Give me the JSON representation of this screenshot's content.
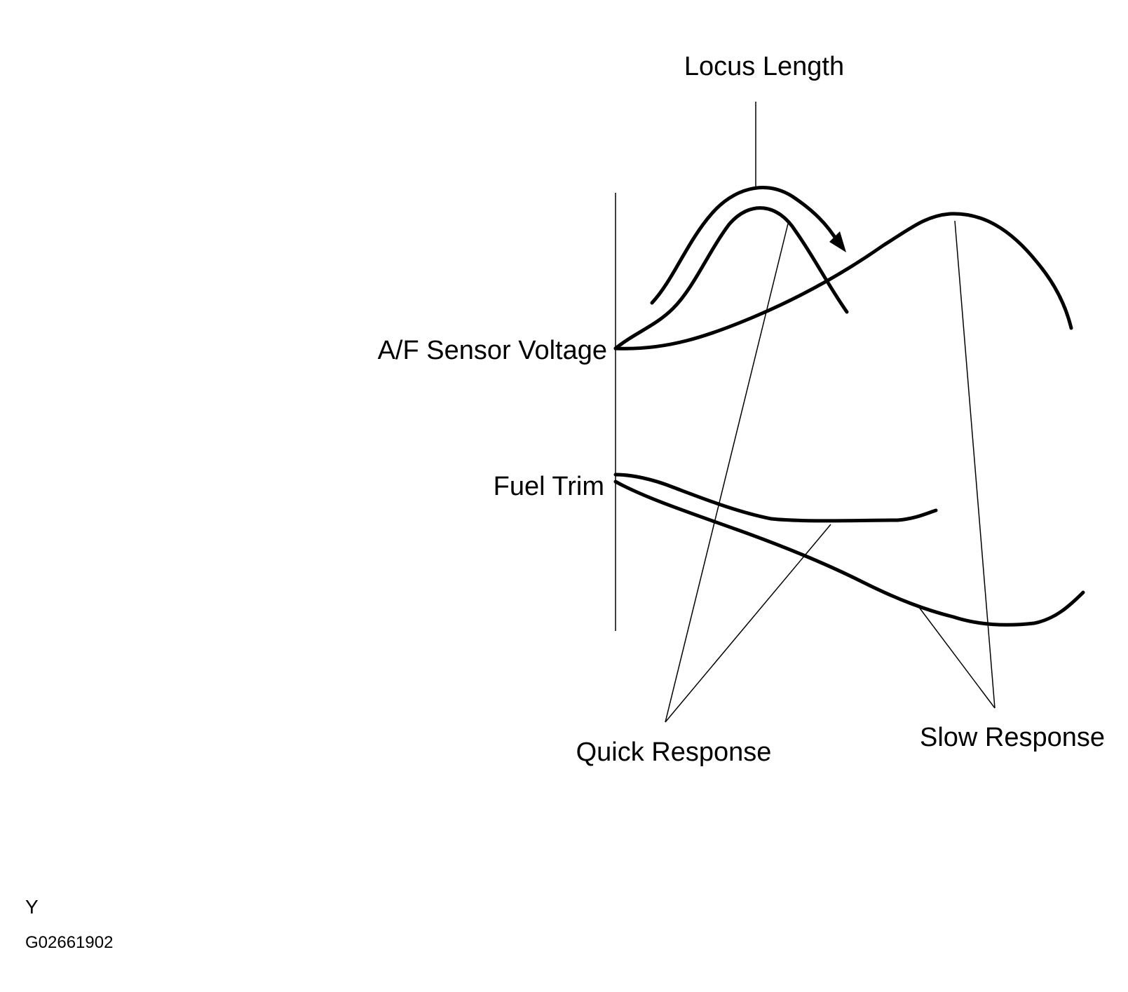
{
  "labels": {
    "locus_length": "Locus Length",
    "af_sensor_voltage": "A/F Sensor Voltage",
    "fuel_trim": "Fuel Trim",
    "quick_response": "Quick Response",
    "slow_response": "Slow Response"
  },
  "footer": {
    "letter": "Y",
    "code": "G02661902"
  },
  "colors": {
    "ink": "#000000",
    "background": "#ffffff"
  }
}
